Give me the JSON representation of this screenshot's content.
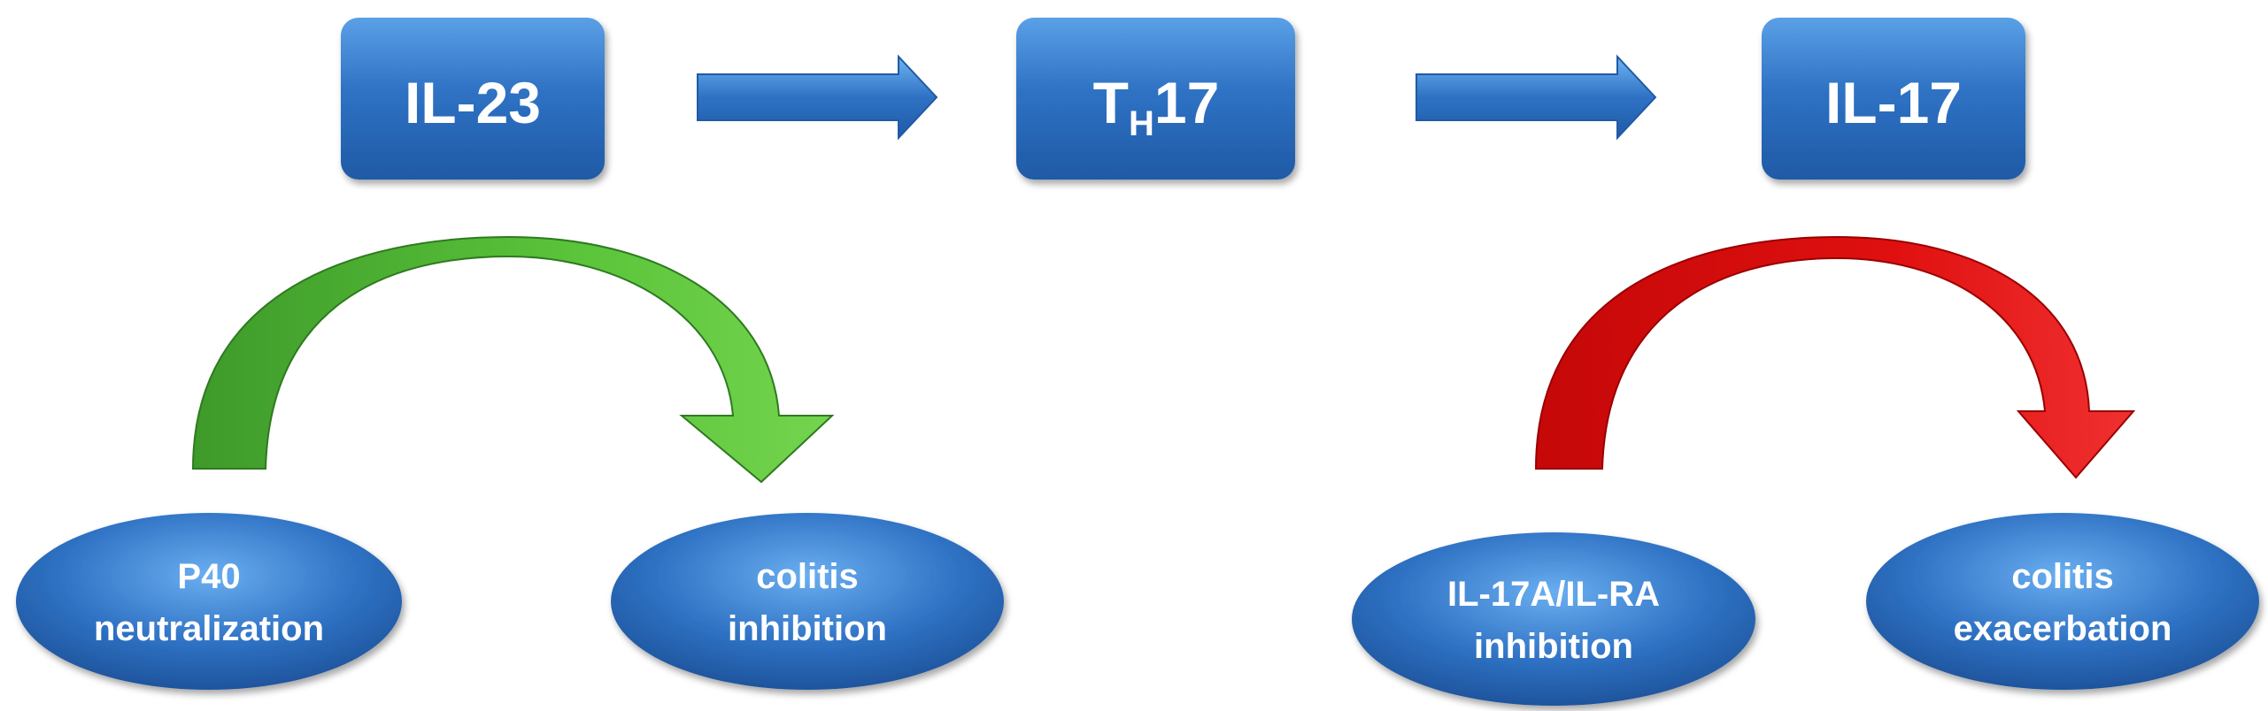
{
  "colors": {
    "box_fill": "#2f72c4",
    "box_light": "#5aa0e6",
    "box_dark": "#1f5aa6",
    "inhibit_arrow": "#5ac43a",
    "exacerbate_arrow": "#e01010"
  },
  "pathway": {
    "boxes": [
      {
        "label": "IL-23"
      },
      {
        "label_main": "T",
        "label_sub": "H",
        "label_tail": "17"
      },
      {
        "label": "IL-17"
      }
    ],
    "connector_icons": [
      "right-arrow-icon",
      "right-arrow-icon"
    ]
  },
  "left_effect": {
    "arrow_icon": "curved-arrow-icon",
    "from": {
      "line1": "P40",
      "line2": "neutralization"
    },
    "to": {
      "line1": "colitis",
      "line2": "inhibition"
    }
  },
  "right_effect": {
    "arrow_icon": "curved-arrow-icon",
    "from": {
      "line1": "IL-17A/IL-RA",
      "line2": "inhibition"
    },
    "to": {
      "line1": "colitis",
      "line2": "exacerbation"
    }
  }
}
